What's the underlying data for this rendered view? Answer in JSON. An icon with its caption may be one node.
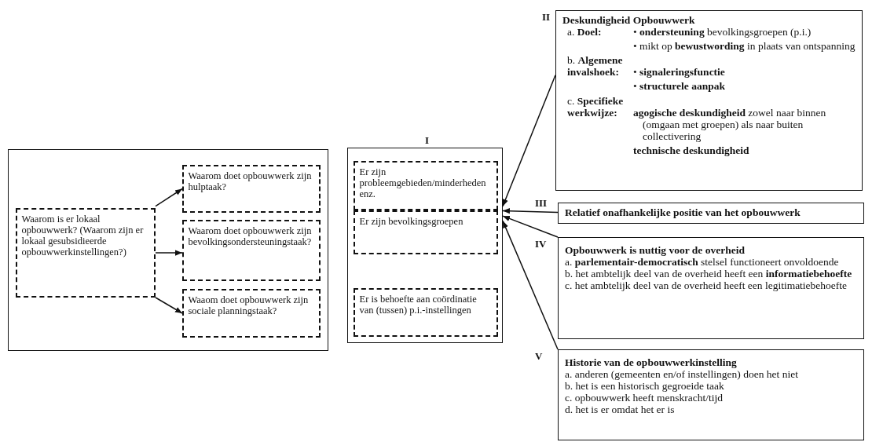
{
  "diagram": {
    "nodes": [
      {
        "text": [],
        "shape": "box"
      },
      {
        "text": [
          "Waarom is er lokaal opbouwwerk? (Waarom zijn er lokaal gesubsidieerde opbouwwerkinstellingen?)"
        ],
        "in": 0
      },
      {
        "text": [
          "Waarom doet opbouwwerk zijn hulptaak?"
        ],
        "in": 0
      },
      {
        "text": [
          "Waarom doet opbouwwerk zijn bevolkingsondersteuningstaak?"
        ],
        "in": 0
      },
      {
        "text": [
          "Waaom doet opbouwwerk zijn sociale planningstaak?"
        ],
        "in": 0
      },
      {
        "text": [
          "I"
        ]
      },
      {
        "text": [
          "Er zijn probleemgebieden/minderheden enz."
        ],
        "in": 5
      },
      {
        "text": [
          "Er zijn bevolkingsgroepen"
        ],
        "in": 5
      },
      {
        "text": [
          "Er is behoefte aan coördinatie van (tussen) p.i.-instellingen"
        ],
        "in": 5
      },
      {
        "text": [
          "II",
          "Deskundigheid Opbouwwerk",
          "a. **Doel:**",
          "• **ondersteuning** bevolkingsgroepen (p.i.)",
          "• mikt op **bewustwording** in plaats van ontspanning",
          "b. **Algemene invalshoek:**",
          "• **signaleringsfunctie**",
          "• **structurele aanpak**",
          "c. **Specifieke werkwijze:**",
          "**agogische deskundigheid** zowel naar binnen (omgaan met groepen) als naar buiten collectivering",
          "**technische deskundigheid**"
        ]
      },
      {
        "text": [
          "III",
          "Relatief onafhankelijke positie van het opbouwwerk"
        ]
      },
      {
        "text": [
          "IV",
          "Opbouwwerk is nuttig voor de overheid",
          "a. **parlementair-democratisch** stelsel functioneert onvoldoende",
          "b. het ambtelijk deel van de overheid heeft een **informatiebehoefte**",
          "c. het ambtelijk deel van de overheid heeft een legitimatiebehoefte"
        ]
      },
      {
        "text": [
          "V",
          "Historie van de opbouwwerkinstelling",
          "a. anderen (gemeenten en/of instellingen) doen het niet",
          "b. het is een historisch gegroeide taak",
          "c. opbouwwerk heeft menskracht/tijd",
          "d. het is er omdat het er is"
        ]
      }
    ],
    "edges": [
      {
        "from": 1,
        "to": 2,
        "arrow": "to"
      },
      {
        "from": 1,
        "to": 3,
        "arrow": "to"
      },
      {
        "from": 1,
        "to": 4,
        "arrow": "to"
      },
      {
        "from": 9,
        "to": 5,
        "arrow": "to"
      },
      {
        "from": 10,
        "to": 5,
        "arrow": "to"
      },
      {
        "from": 11,
        "to": 5,
        "arrow": "to"
      },
      {
        "from": 12,
        "to": 5,
        "arrow": "to"
      }
    ]
  }
}
